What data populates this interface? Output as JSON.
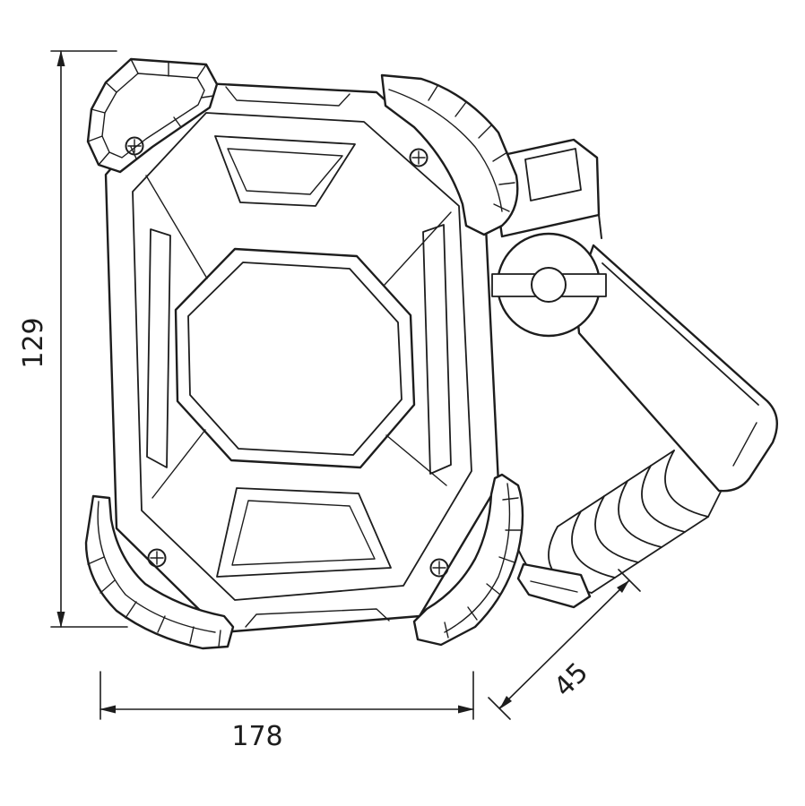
{
  "drawing": {
    "type": "technical-line-drawing",
    "subject": "portable work light with pivoting stand",
    "line_color": "#1d1d1d",
    "background_color": "#ffffff",
    "dimensions": {
      "height": "129",
      "width": "178",
      "depth": "45"
    }
  }
}
